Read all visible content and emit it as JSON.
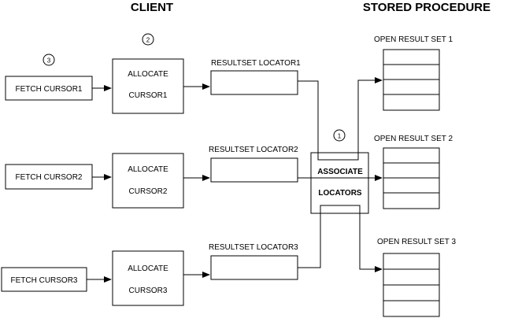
{
  "headers": {
    "client": "CLIENT",
    "stored_procedure": "STORED PROCEDURE"
  },
  "step_markers": {
    "step1": "1",
    "step2": "2",
    "step3": "3"
  },
  "fetch": [
    {
      "label": "FETCH CURSOR1"
    },
    {
      "label": "FETCH CURSOR2"
    },
    {
      "label": "FETCH CURSOR3"
    }
  ],
  "allocate": [
    {
      "line1": "ALLOCATE",
      "line2": "CURSOR1"
    },
    {
      "line1": "ALLOCATE",
      "line2": "CURSOR2"
    },
    {
      "line1": "ALLOCATE",
      "line2": "CURSOR3"
    }
  ],
  "locators": [
    {
      "label": "RESULTSET LOCATOR1"
    },
    {
      "label": "RESULTSET LOCATOR2"
    },
    {
      "label": "RESULTSET LOCATOR3"
    }
  ],
  "associate": {
    "line1": "ASSOCIATE",
    "line2": "LOCATORS"
  },
  "result_sets": [
    {
      "label": "OPEN RESULT SET 1"
    },
    {
      "label": "OPEN RESULT SET 2"
    },
    {
      "label": "OPEN RESULT SET 3"
    }
  ]
}
